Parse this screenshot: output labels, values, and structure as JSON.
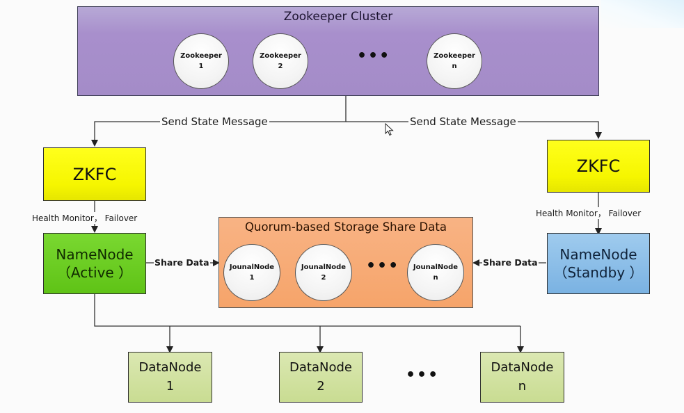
{
  "cluster": {
    "title": "Zookeeper Cluster",
    "nodes": [
      {
        "name": "Zookeeper",
        "index": "1"
      },
      {
        "name": "Zookeeper",
        "index": "2"
      },
      {
        "name": "Zookeeper",
        "index": "n"
      }
    ],
    "ellipsis": "•••"
  },
  "edges": {
    "send_state_left": "Send State Message",
    "send_state_right": "Send State Message",
    "health_left": "Health Monitor， Failover",
    "health_right": "Health Monitor， Failover",
    "share_left": "Share Data",
    "share_right": "Share Data"
  },
  "zkfc": {
    "left_label": "ZKFC",
    "right_label": "ZKFC"
  },
  "namenodes": {
    "active": {
      "name": "NameNode",
      "state": "（Active ）"
    },
    "standby": {
      "name": "NameNode",
      "state": "（Standby ）"
    }
  },
  "quorum": {
    "title": "Quorum-based Storage Share Data",
    "nodes": [
      {
        "name": "JounalNode",
        "index": "1"
      },
      {
        "name": "JounalNode",
        "index": "2"
      },
      {
        "name": "JounalNode",
        "index": "n"
      }
    ],
    "ellipsis": "•••"
  },
  "datanodes": {
    "nodes": [
      {
        "name": "DataNode",
        "index": "1"
      },
      {
        "name": "DataNode",
        "index": "2"
      },
      {
        "name": "DataNode",
        "index": "n"
      }
    ],
    "ellipsis": "•••"
  },
  "colors": {
    "cluster": "#a88fcc",
    "zkfc": "#f6f600",
    "active": "#5fc316",
    "standby": "#7ab2e2",
    "quorum": "#f6a46a",
    "datanode": "#c9dc92"
  }
}
